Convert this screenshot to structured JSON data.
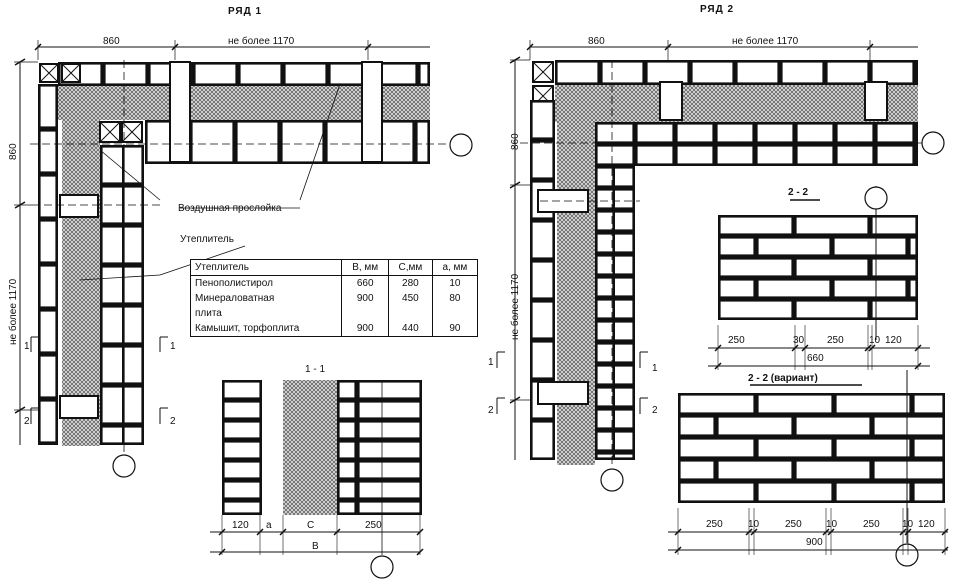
{
  "titles": {
    "row1": "РЯД  1",
    "row2": "РЯД  2"
  },
  "row1": {
    "dim_top_1": "860",
    "dim_top_2": "не более 1170",
    "dim_left_1": "860",
    "dim_left_2": "не более 1170",
    "label_air_gap": "Воздушная  прослойка",
    "label_insulation": "Утеплитель",
    "section_mark_1": "1",
    "section_mark_2": "2"
  },
  "table": {
    "headers": [
      "Утеплитель",
      "B, мм",
      "C,мм",
      "a, мм"
    ],
    "rows": [
      [
        "Пенополистирол",
        "660",
        "280",
        "10"
      ],
      [
        "Минераловатная",
        "900",
        "450",
        "80"
      ],
      [
        "плита",
        "",
        "",
        ""
      ],
      [
        "Камышит, торфоплита",
        "900",
        "440",
        "90"
      ]
    ]
  },
  "section_1_1": {
    "title": "1 - 1",
    "dims": [
      "120",
      "a",
      "C",
      "250"
    ],
    "total": "B"
  },
  "row2": {
    "dim_top_1": "860",
    "dim_top_2": "не более 1170",
    "dim_left_1": "860",
    "dim_left_2": "не более 1170",
    "section_mark_1": "1",
    "section_mark_2": "2"
  },
  "section_2_2": {
    "title": "2 - 2",
    "dims": [
      "250",
      "30",
      "250",
      "10",
      "120"
    ],
    "total": "660"
  },
  "section_2_2_variant": {
    "title": "2 - 2  (вариант)",
    "dims": [
      "250",
      "10",
      "250",
      "10",
      "250",
      "10",
      "120"
    ],
    "total": "900"
  }
}
